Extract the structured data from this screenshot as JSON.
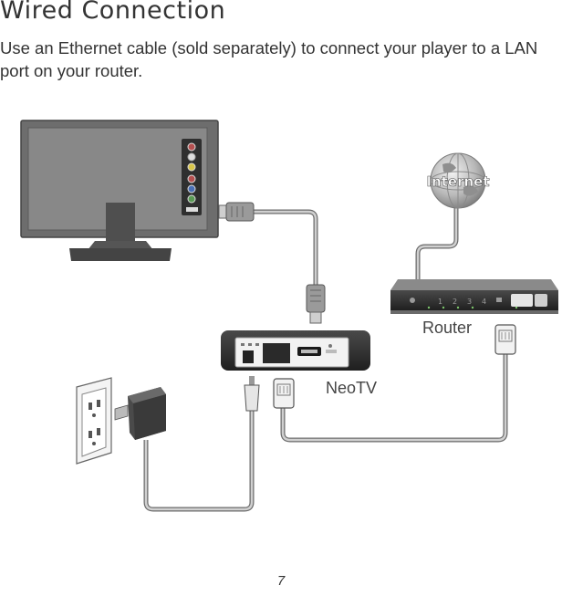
{
  "heading": "Wired Connection",
  "intro": "Use an Ethernet cable (sold separately) to connect your player to a LAN port on your router.",
  "diagram": {
    "internet_label": "Internet",
    "router_label": "Router",
    "player_label": "NeoTV",
    "router_port_numbers": [
      "1",
      "2",
      "3",
      "4"
    ]
  },
  "page_number": "7"
}
